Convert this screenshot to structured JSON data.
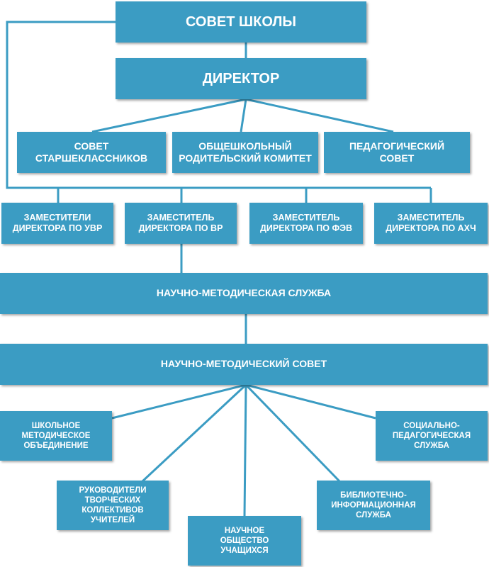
{
  "colors": {
    "box_fill": "#3b9cc3",
    "line": "#3b9cc3",
    "text": "#ffffff"
  },
  "nodes": {
    "school_council": "СОВЕТ ШКОЛЫ",
    "director": "ДИРЕКТОР",
    "senior_council": "СОВЕТ\nСТАРШЕКЛАССНИКОВ",
    "parent_committee": "ОБЩЕШКОЛЬНЫЙ\nРОДИТЕЛЬСКИЙ КОМИТЕТ",
    "pedagogical_council": "ПЕДАГОГИЧЕСКИЙ\nСОВЕТ",
    "deputy_uvr": "ЗАМЕСТИТЕЛИ\nДИРЕКТОРА ПО УВР",
    "deputy_vr": "ЗАМЕСТИТЕЛЬ\nДИРЕКТОРА ПО ВР",
    "deputy_fev": "ЗАМЕСТИТЕЛЬ\nДИРЕКТОРА ПО ФЭВ",
    "deputy_ahch": "ЗАМЕСТИТЕЛЬ\nДИРЕКТОРА ПО АХЧ",
    "methodical_service": "НАУЧНО-МЕТОДИЧЕСКАЯ СЛУЖБА",
    "methodical_council": "НАУЧНО-МЕТОДИЧЕСКИЙ СОВЕТ",
    "school_union": "ШКОЛЬНОЕ\nМЕТОДИЧЕСКОЕ\nОБЪЕДИНЕНИЕ",
    "creative_leaders": "РУКОВОДИТЕЛИ\nТВОРЧЕСКИХ\nКОЛЛЕКТИВОВ\nУЧИТЕЛЕЙ",
    "student_society": "НАУЧНОЕ\nОБЩЕСТВО\nУЧАЩИХСЯ",
    "library_service": "БИБЛИОТЕЧНО-\nИНФОРМАЦИОННАЯ\nСЛУЖБА",
    "social_service": "СОЦИАЛЬНО-\nПЕДАГОГИЧЕСКАЯ\nСЛУЖБА"
  }
}
